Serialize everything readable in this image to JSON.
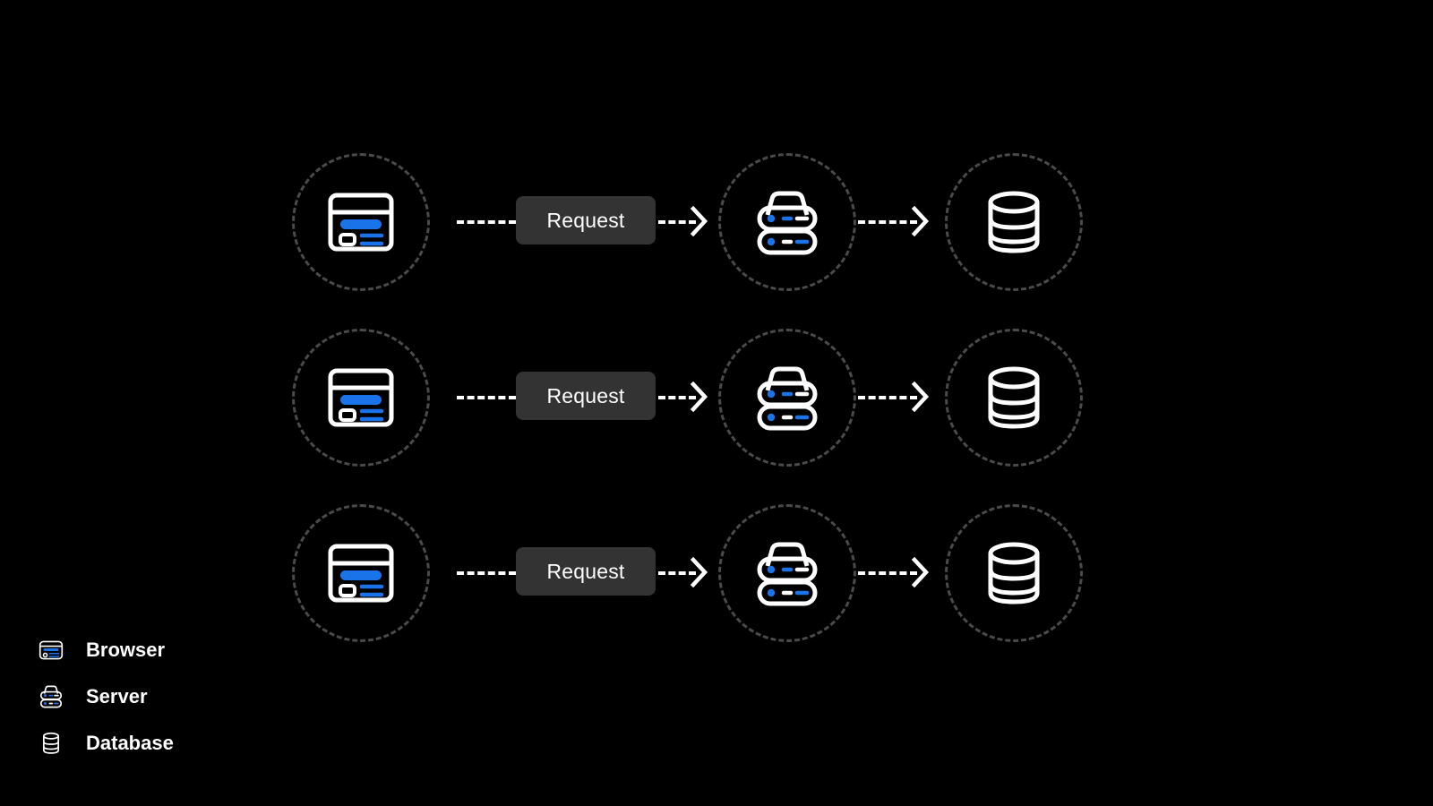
{
  "diagram": {
    "background_color": "#000000",
    "accent_color": "#1a73e8",
    "stroke_color": "#ffffff",
    "dashed_circle_color": "#4a4a4a",
    "chip_background_color": "#333333",
    "rows": [
      {
        "id": "row-1",
        "browser_label": "Browser",
        "request_label": "Request",
        "server_label": "Server",
        "database_label": "Database"
      },
      {
        "id": "row-2",
        "browser_label": "Browser",
        "request_label": "Request",
        "server_label": "Server",
        "database_label": "Database"
      },
      {
        "id": "row-3",
        "browser_label": "Browser",
        "request_label": "Request",
        "server_label": "Server",
        "database_label": "Database"
      }
    ]
  },
  "legend": {
    "items": [
      {
        "icon": "browser-icon",
        "label": "Browser"
      },
      {
        "icon": "server-icon",
        "label": "Server"
      },
      {
        "icon": "database-icon",
        "label": "Database"
      }
    ]
  }
}
